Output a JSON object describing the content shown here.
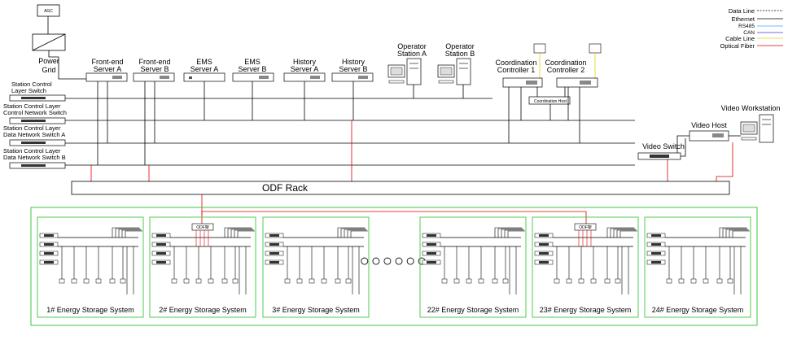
{
  "legend": {
    "items": [
      {
        "label": "Data Line",
        "color": "#000000",
        "dash": true
      },
      {
        "label": "Ethernet",
        "color": "#000000",
        "dash": false
      },
      {
        "label": "RS485",
        "color": "#4aa0ff",
        "dash": false
      },
      {
        "label": "CAN",
        "color": "#3a3aff",
        "dash": false
      },
      {
        "label": "Cable Line",
        "color": "#e8d000",
        "dash": false
      },
      {
        "label": "Optical Fiber",
        "color": "#e00000",
        "dash": false
      }
    ]
  },
  "colors": {
    "ethernet": "#000000",
    "fiber": "#e00000",
    "cable": "#e8d000",
    "ess_border": "#3ec83e"
  },
  "agc": {
    "label": "AGC"
  },
  "power_grid": {
    "label_line1": "Power",
    "label_line2": "Grid"
  },
  "servers": [
    {
      "line1": "Front-end",
      "line2": "Server A"
    },
    {
      "line1": "Front-end",
      "line2": "Server B"
    },
    {
      "line1": "EMS",
      "line2": "Server A"
    },
    {
      "line1": "EMS",
      "line2": "Server B"
    },
    {
      "line1": "History",
      "line2": "Server A"
    },
    {
      "line1": "History",
      "line2": "Server B"
    }
  ],
  "operator_stations": [
    {
      "line1": "Operator",
      "line2": "Station A"
    },
    {
      "line1": "Operator",
      "line2": "Station B"
    }
  ],
  "coordination_controllers": [
    {
      "line1": "Coordination",
      "line2": "Controller 1"
    },
    {
      "line1": "Coordination",
      "line2": "Controller 2"
    }
  ],
  "coordination_host": {
    "label": "Coordination Host"
  },
  "switches": [
    {
      "line1": "Station Control",
      "line2": "Layer Switch"
    },
    {
      "line1": "Station Control Layer",
      "line2": "Control Network Switch"
    },
    {
      "line1": "Station Control Layer",
      "line2": "Data Network Switch A"
    },
    {
      "line1": "Station Control Layer",
      "line2": "Data Network Switch B"
    }
  ],
  "video": {
    "workstation": "Video Workstation",
    "host": "Video Host",
    "switch": "Video Switch"
  },
  "odf": {
    "label": "ODF Rack",
    "small_label": "ODF架"
  },
  "ellipsis": "○○○○○○",
  "ess": [
    {
      "label": "1# Energy Storage System"
    },
    {
      "label": "2# Energy Storage System"
    },
    {
      "label": "3# Energy Storage System"
    },
    {
      "label": "22# Energy Storage System"
    },
    {
      "label": "23# Energy Storage System"
    },
    {
      "label": "24# Energy Storage System"
    }
  ]
}
